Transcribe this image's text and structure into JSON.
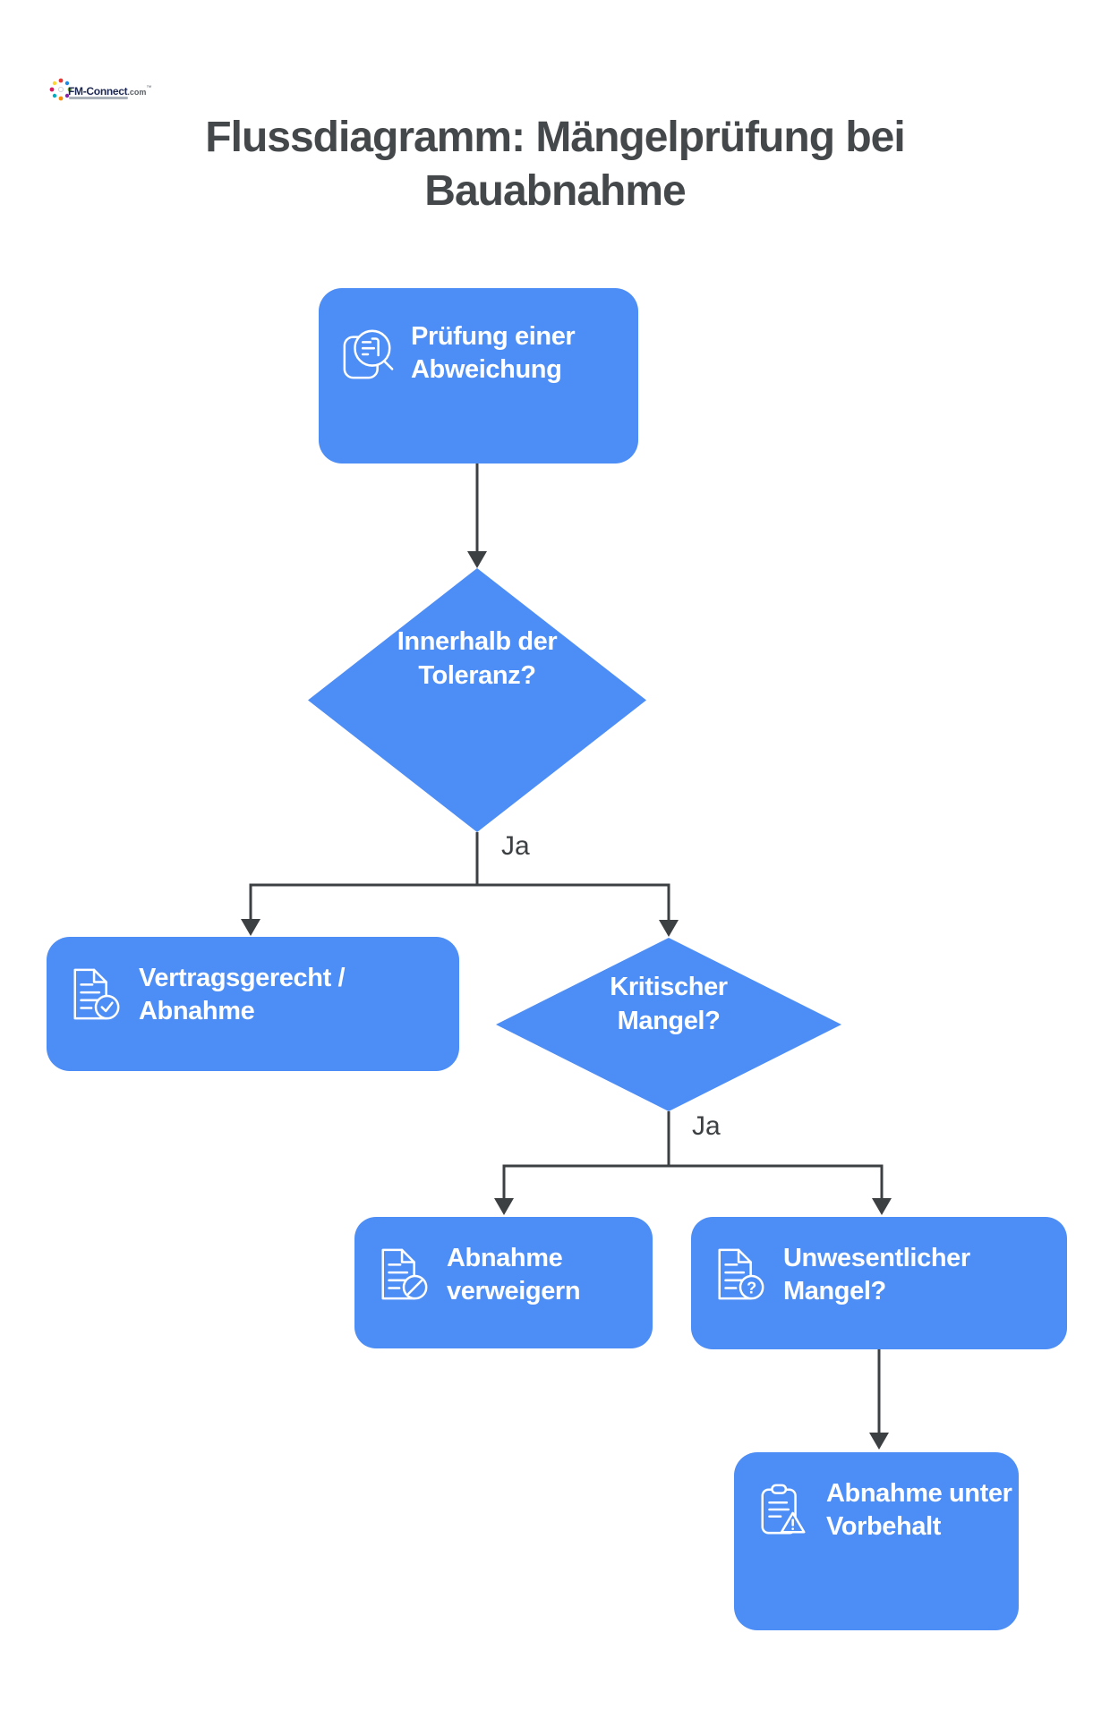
{
  "colors": {
    "node_blue": "#4C8DF6",
    "connector_gray": "#3D4043",
    "title_gray": "#45484A",
    "label_white": "#FFFFFF"
  },
  "logo": {
    "brand": "FM-Connect",
    "tld": ".com",
    "tm": "™"
  },
  "title": "Flussdiagramm: Mängelprüfung bei Bauabnahme",
  "nodes": {
    "pruefung": {
      "label": "Prüfung einer Abweichung",
      "icon": "document-search-icon",
      "type": "process"
    },
    "toleranz": {
      "label": "Innerhalb der Toleranz?",
      "icon": "",
      "type": "decision"
    },
    "vertragsgerecht": {
      "label": "Vertragsgerecht / Abnahme",
      "icon": "document-check-icon",
      "type": "process"
    },
    "kritisch": {
      "label": "Kritischer Mangel?",
      "icon": "",
      "type": "decision"
    },
    "verweigern": {
      "label": "Abnahme verweigern",
      "icon": "document-deny-icon",
      "type": "process"
    },
    "unwesentlich": {
      "label": "Unwesentlicher Mangel?",
      "icon": "document-question-icon",
      "type": "process"
    },
    "vorbehalt": {
      "label": "Abnahme unter Vorbehalt",
      "icon": "clipboard-warning-icon",
      "type": "process"
    }
  },
  "edge_labels": {
    "toleranz_ja": "Ja",
    "kritisch_ja": "Ja"
  }
}
